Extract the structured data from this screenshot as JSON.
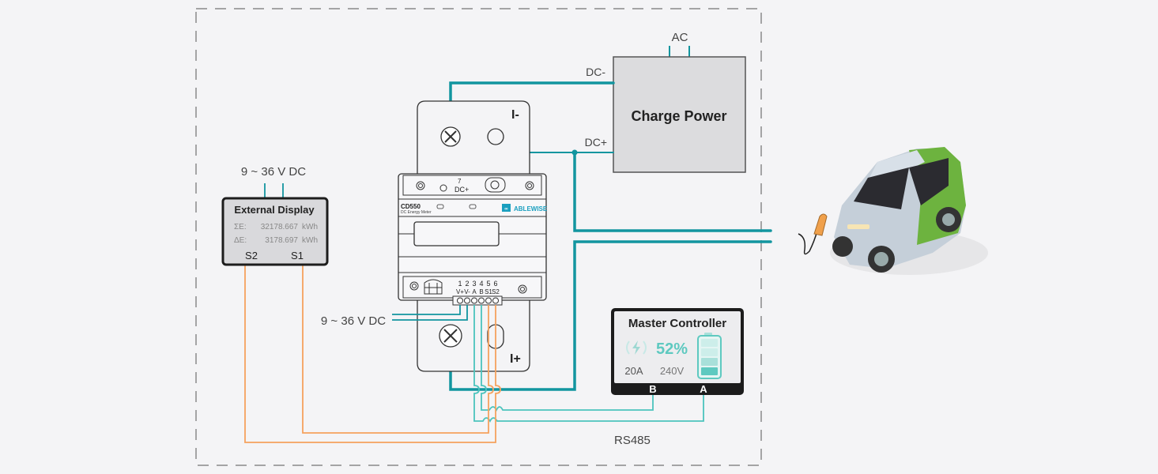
{
  "colors": {
    "background": "#f4f4f6",
    "power_wire": "#12959f",
    "rs485_wire": "#4cc4bd",
    "pulse_wire": "#f5a25e",
    "box_fill": "#dcdcde",
    "brand": "#1a9fbf",
    "battery": "#5ec9c0"
  },
  "labels": {
    "ac": "AC",
    "dc_minus": "DC-",
    "dc_plus": "DC+",
    "rs485": "RS485",
    "supply_display": "9 ~ 36 V DC",
    "supply_meter": "9 ~ 36 V DC"
  },
  "charge_power": {
    "title": "Charge Power"
  },
  "external_display": {
    "title": "External Display",
    "rows": [
      {
        "label": "ΣE:",
        "value": "32178.667",
        "unit": "kWh"
      },
      {
        "label": "ΔE:",
        "value": "3178.697",
        "unit": "kWh"
      }
    ],
    "terminals": [
      "S2",
      "S1"
    ]
  },
  "meter": {
    "model": "CD550",
    "subtitle": "DC Energy Meter",
    "brand": "ABLEWISE",
    "top_terminal_number": "7",
    "top_terminal_label": "DC+",
    "shunt_top": "I-",
    "shunt_bottom": "I+",
    "terminal_numbers": [
      "1",
      "2",
      "3",
      "4",
      "5",
      "6"
    ],
    "terminal_labels": [
      "V+",
      "V-",
      "A",
      "B",
      "S1",
      "S2"
    ]
  },
  "master_controller": {
    "title": "Master Controller",
    "percent": "52%",
    "current": "20A",
    "voltage": "240V",
    "battery_level": 0.52,
    "terminals": [
      "B",
      "A"
    ]
  }
}
